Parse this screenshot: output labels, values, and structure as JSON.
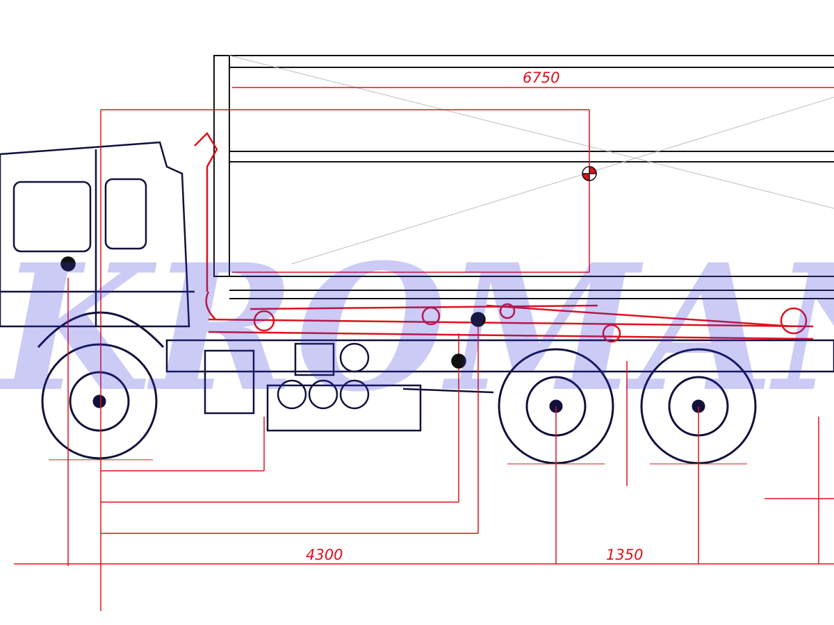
{
  "drawing": {
    "watermark": "KROMANN",
    "dimensions": {
      "body_length": "6750",
      "wheelbase_front": "4300",
      "rear_axle_spacing": "1350"
    },
    "colors": {
      "truck": "#10103a",
      "hooklift": "#e0101c",
      "watermark": "#3333dd"
    }
  }
}
